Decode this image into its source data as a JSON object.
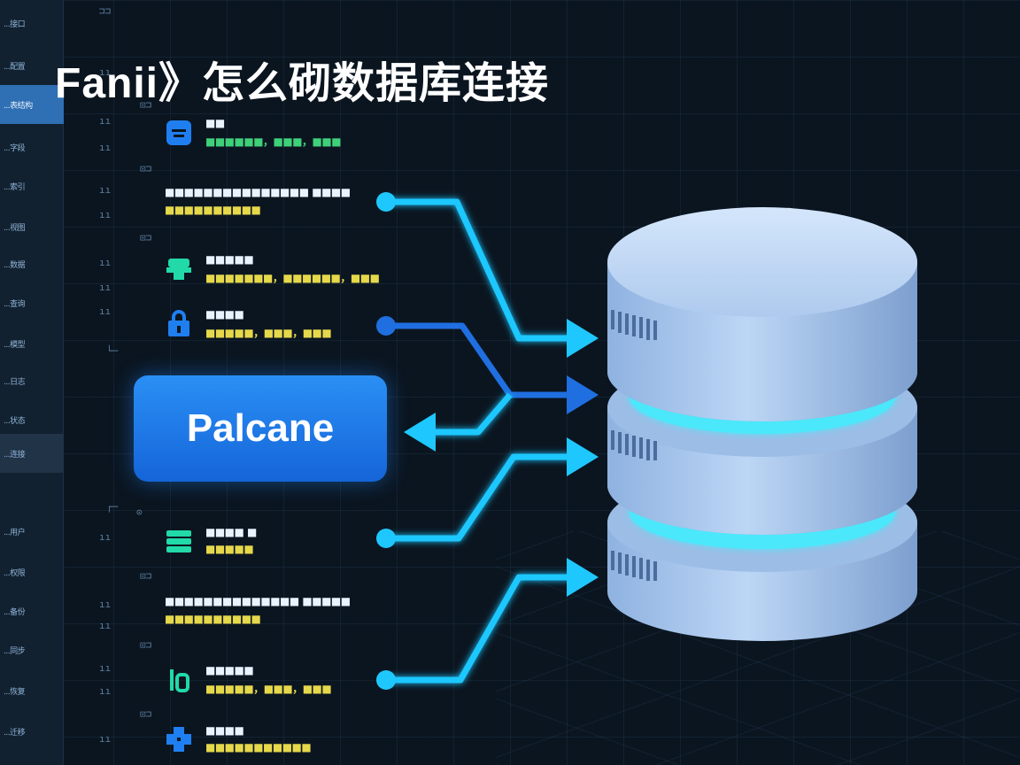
{
  "title": "Fanii》怎么砌数据库连接",
  "button": {
    "label": "Palcane"
  },
  "sidebar": {
    "items": [
      {
        "label": "...接口"
      },
      {
        "label": "...配置"
      },
      {
        "label": "...表结构",
        "active": true
      },
      {
        "label": "...字段"
      },
      {
        "label": "...索引"
      },
      {
        "label": "...视图"
      },
      {
        "label": "...数据"
      },
      {
        "label": "...查询"
      },
      {
        "label": "...模型"
      },
      {
        "label": "...日志"
      },
      {
        "label": "...状态"
      },
      {
        "label": "...连接",
        "band": true
      },
      {
        "label": "...用户"
      },
      {
        "label": "...权限"
      },
      {
        "label": "...备份"
      },
      {
        "label": "...同步"
      },
      {
        "label": "...恢复"
      },
      {
        "label": "...迁移"
      }
    ]
  },
  "entries": [
    {
      "icon": "table-icon",
      "line1": "■■",
      "line2": "■■■■■■，■■■，■■■",
      "color": "#3fd07a"
    },
    {
      "icon": "chat-icon",
      "line1": "■■■■■",
      "line2": "■■■■■■■，■■■■■■，■■■",
      "color": "#e6d84b"
    },
    {
      "icon": "lock-icon",
      "line1": "■■■■",
      "line2": "■■■■■，■■■，■■■",
      "color": "#e6d84b"
    },
    {
      "icon": "stack-icon",
      "line1": "■■■■ ■",
      "line2": "■■■■■",
      "color": "#e6d84b"
    },
    {
      "icon": "bracket-icon",
      "line1": "■■■■■",
      "line2": "■■■■■，■■■，■■■",
      "color": "#e6d84b"
    },
    {
      "icon": "puzzle-icon",
      "line1": "■■■■",
      "line2": "■■■■■■■■■■■",
      "color": "#e6d84b"
    }
  ],
  "plain_rows": [
    {
      "line1": "■■■■■■■■■■■■■■■ ■■■■",
      "line2": "■■■■■■■■■■"
    },
    {
      "line1": "■■■■■■■■■■■■■■ ■■■■■",
      "line2": "■■■■■■■■■■"
    }
  ],
  "colors": {
    "accent": "#1f7ff0",
    "cyan": "#1ec8ff",
    "database": "#a9c8ee",
    "glow": "#3ef0ff",
    "background": "#0b1520"
  }
}
